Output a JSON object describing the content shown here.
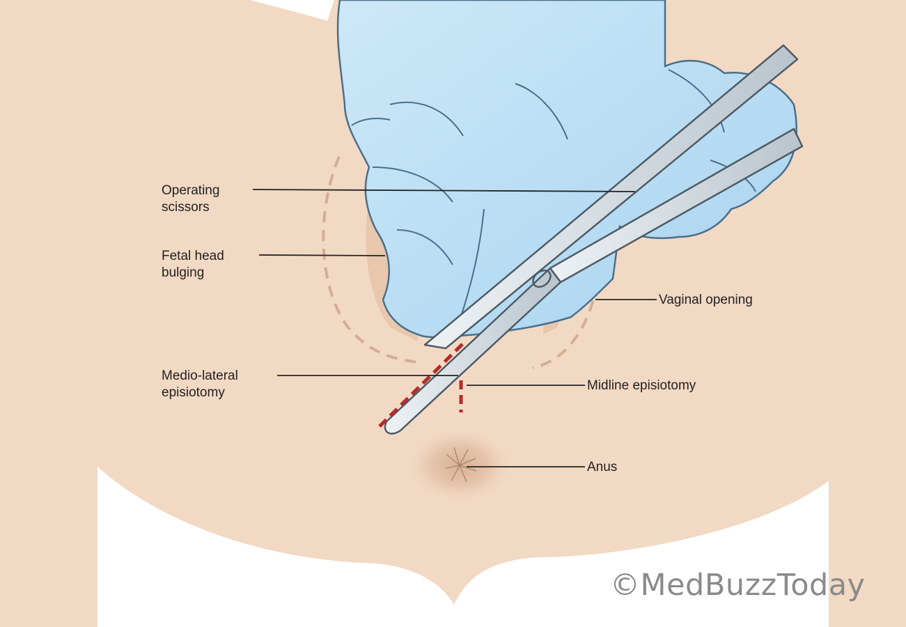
{
  "labels": {
    "operating_scissors": {
      "line1": "Operating",
      "line2": "scissors"
    },
    "fetal_head_bulging": {
      "line1": "Fetal head",
      "line2": "bulging"
    },
    "medio_lateral_episiotomy": {
      "line1": "Medio-lateral",
      "line2": "episiotomy"
    },
    "vaginal_opening": "Vaginal opening",
    "midline_episiotomy": "Midline episiotomy",
    "anus": "Anus"
  },
  "watermark": "©MedBuzzToday",
  "colors": {
    "skin": "#f2d9c4",
    "skin_shadow": "#ead0bb",
    "glove": "#bfe0f5",
    "glove_outline": "#4a6f8a",
    "scissors": "#d5dde3",
    "incision": "#b52a2a",
    "dashed_outline": "#d2ae97",
    "leader_line": "#222222"
  }
}
